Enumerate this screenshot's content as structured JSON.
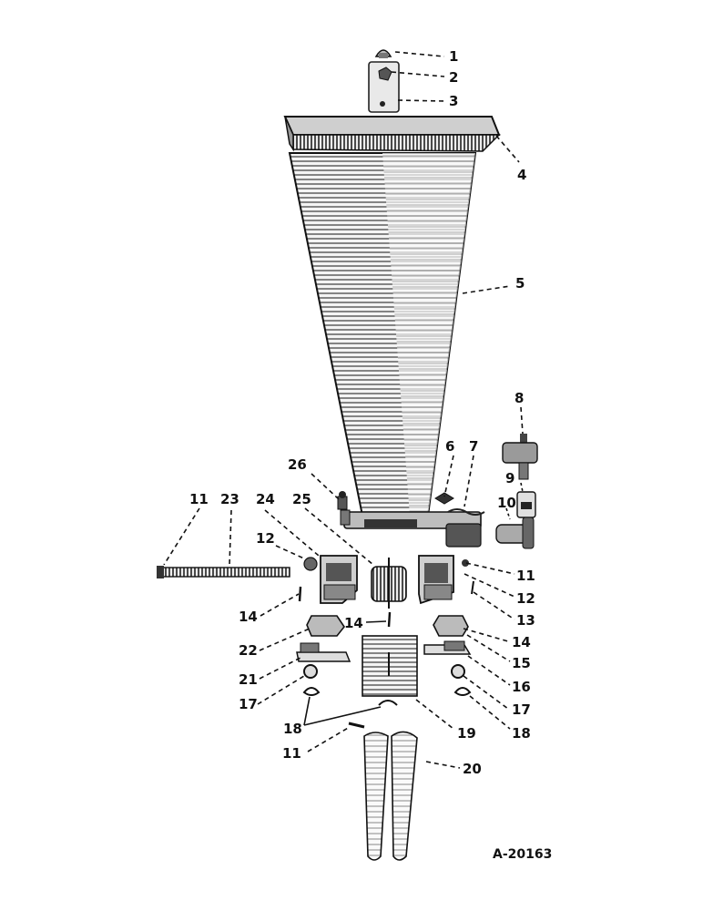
{
  "figure": {
    "drawing_number": "A-20163",
    "callouts": [
      {
        "id": "c1",
        "label": "1"
      },
      {
        "id": "c2",
        "label": "2"
      },
      {
        "id": "c3",
        "label": "3"
      },
      {
        "id": "c4",
        "label": "4"
      },
      {
        "id": "c5",
        "label": "5"
      },
      {
        "id": "c8",
        "label": "8"
      },
      {
        "id": "c6",
        "label": "6"
      },
      {
        "id": "c7",
        "label": "7"
      },
      {
        "id": "c9",
        "label": "9"
      },
      {
        "id": "c10",
        "label": "10"
      },
      {
        "id": "c26",
        "label": "26"
      },
      {
        "id": "c11a",
        "label": "11"
      },
      {
        "id": "c23",
        "label": "23"
      },
      {
        "id": "c24",
        "label": "24"
      },
      {
        "id": "c25",
        "label": "25"
      },
      {
        "id": "c12a",
        "label": "12"
      },
      {
        "id": "c11b",
        "label": "11"
      },
      {
        "id": "c12b",
        "label": "12"
      },
      {
        "id": "c13",
        "label": "13"
      },
      {
        "id": "c14a",
        "label": "14"
      },
      {
        "id": "c14b",
        "label": "14"
      },
      {
        "id": "c14c",
        "label": "14"
      },
      {
        "id": "c22",
        "label": "22"
      },
      {
        "id": "c15",
        "label": "15"
      },
      {
        "id": "c21",
        "label": "21"
      },
      {
        "id": "c16",
        "label": "16"
      },
      {
        "id": "c17a",
        "label": "17"
      },
      {
        "id": "c17b",
        "label": "17"
      },
      {
        "id": "c18a",
        "label": "18"
      },
      {
        "id": "c18b",
        "label": "18"
      },
      {
        "id": "c19",
        "label": "19"
      },
      {
        "id": "c11c",
        "label": "11"
      },
      {
        "id": "c20",
        "label": "20"
      }
    ]
  }
}
